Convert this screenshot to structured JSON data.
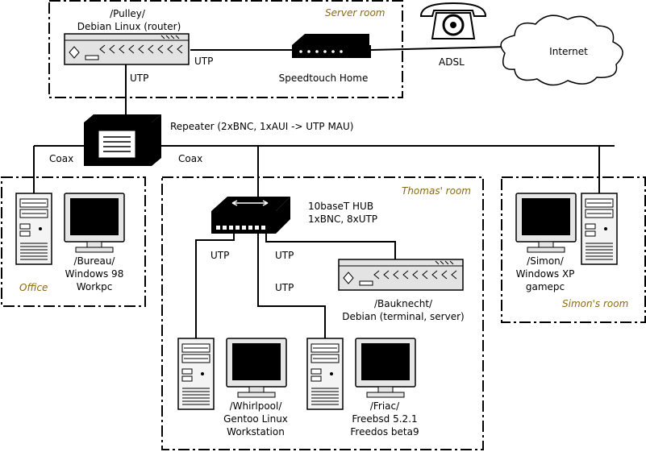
{
  "rooms": {
    "server": "Server room",
    "thomas": "Thomas' room",
    "office": "Office",
    "simon": "Simon's room"
  },
  "devices": {
    "pulley": [
      "/Pulley/",
      "Debian Linux (router)"
    ],
    "speedtouch": "Speedtouch Home",
    "internet": "Internet",
    "repeater": "Repeater (2xBNC, 1xAUI -> UTP MAU)",
    "hub": [
      "10baseT HUB",
      "1xBNC, 8xUTP"
    ],
    "bureau": [
      "/Bureau/",
      "Windows 98",
      "Workpc"
    ],
    "simon": [
      "/Simon/",
      "Windows XP",
      "gamepc"
    ],
    "bauknecht": [
      "/Bauknecht/",
      "Debian (terminal, server)"
    ],
    "whirlpool": [
      "/Whirlpool/",
      "Gentoo Linux",
      "Workstation"
    ],
    "friac": [
      "/Friac/",
      "Freebsd 5.2.1",
      "Freedos beta9"
    ]
  },
  "links": {
    "utp_router_modem": "UTP",
    "adsl": "ADSL",
    "utp_router_repeater": "UTP",
    "coax_left": "Coax",
    "coax_right": "Coax",
    "utp_hub_whirlpool": "UTP",
    "utp_hub_bauknecht": "UTP",
    "utp_hub_friac": "UTP"
  },
  "icon_names": [
    "router-icon",
    "modem-icon",
    "cloud-icon",
    "telephone-icon",
    "repeater-icon",
    "hub-icon",
    "tower-pc-icon",
    "monitor-icon",
    "server-icon"
  ]
}
